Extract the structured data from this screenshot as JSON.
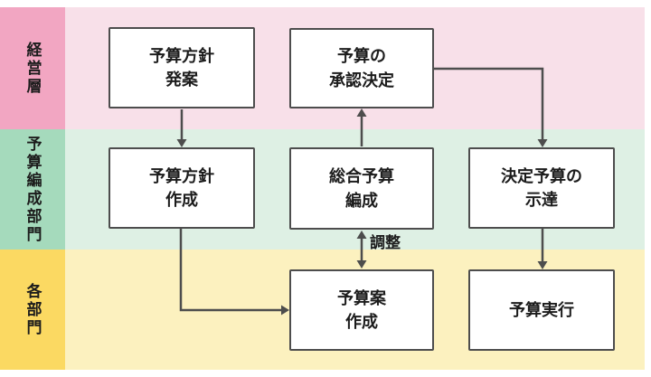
{
  "lanes": [
    {
      "id": "management",
      "label": "経営層",
      "label_bg": "#F2A6C2",
      "bg": "#F8E0E9"
    },
    {
      "id": "budget-dept",
      "label": "予算編成部門",
      "label_bg": "#A5DABC",
      "bg": "#DEF0E4"
    },
    {
      "id": "each-dept",
      "label": "各部門",
      "label_bg": "#FBD962",
      "bg": "#FCF1BF"
    }
  ],
  "nodes": {
    "propose": {
      "label": "予算方針\n発案"
    },
    "approve": {
      "label": "予算の\n承認決定"
    },
    "policy": {
      "label": "予算方針\n作成"
    },
    "compile": {
      "label": "総合予算\n編成"
    },
    "notify": {
      "label": "決定予算の\n示達"
    },
    "draft": {
      "label": "予算案\n作成"
    },
    "execute": {
      "label": "予算実行"
    }
  },
  "edges": {
    "adjust_label": "調整"
  },
  "colors": {
    "line": "#4D4D4D",
    "box_border": "#4D4D4D",
    "box_bg": "#FFFFFF",
    "text": "#1C1C1C"
  }
}
